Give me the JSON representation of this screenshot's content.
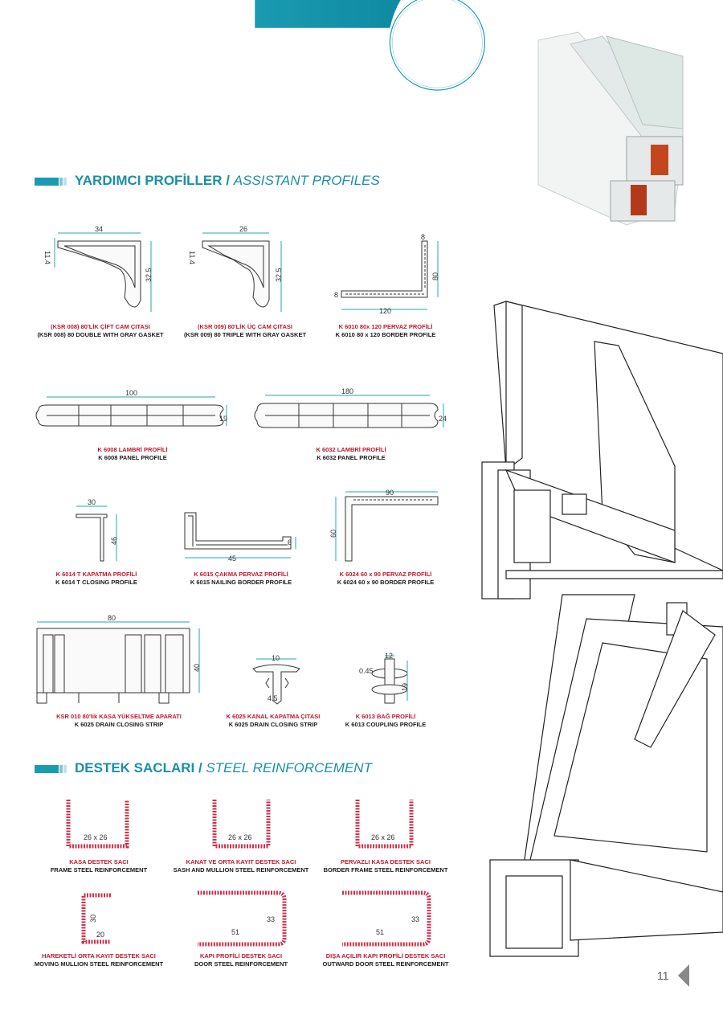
{
  "header": {
    "title": "Excellent Series",
    "band_color": "#1a9bb2"
  },
  "sections": {
    "assistant": {
      "tr": "YARDIMCI PROFİLLER",
      "sep": " / ",
      "en": "ASSISTANT PROFILES"
    },
    "steel": {
      "tr": "DESTEK SACLARI",
      "sep": " / ",
      "en": "STEEL REINFORCEMENT"
    }
  },
  "profiles": [
    {
      "tr": "(KSR 008) 80'LİK ÇİFT CAM ÇITASI",
      "en": "(KSR 008) 80 DOUBLE WITH GRAY GASKET",
      "dims": [
        "34",
        "11.4",
        "32.5"
      ]
    },
    {
      "tr": "(KSR 009) 80'LİK ÜÇ CAM ÇITASI",
      "en": "(KSR 009) 80 TRIPLE WITH GRAY GASKET",
      "dims": [
        "26",
        "11.4",
        "32.5"
      ]
    },
    {
      "tr": "K 6010 80x 120 PERVAZ PROFİLİ",
      "en": "K 6010 80 x 120 BORDER PROFILE",
      "dims": [
        "8",
        "80",
        "8",
        "120"
      ]
    },
    {
      "tr": "K 6008 LAMBRİ PROFİLİ",
      "en": "K 6008 PANEL PROFILE",
      "dims": [
        "100",
        "19"
      ]
    },
    {
      "tr": "K 6032 LAMBRİ PROFİLİ",
      "en": "K 6032 PANEL PROFILE",
      "dims": [
        "180",
        "24"
      ]
    },
    {
      "tr": "K 6014 T KAPATMA PROFİLİ",
      "en": "K 6014 T CLOSING PROFILE",
      "dims": [
        "30",
        "46"
      ]
    },
    {
      "tr": "K 6015 ÇAKMA PERVAZ PROFİLİ",
      "en": "K 6015 NAILING BORDER PROFILE",
      "dims": [
        "45",
        "6"
      ]
    },
    {
      "tr": "K 6024 60 x 90 PERVAZ PROFİLİ",
      "en": "K 6024 60 x 90 BORDER PROFILE",
      "dims": [
        "90",
        "60"
      ]
    },
    {
      "tr": "KSR 010 80'lik KASA YÜKSELTME APARATI",
      "en": "K 6025 DRAIN CLOSING STRIP",
      "dims": [
        "80",
        "40"
      ]
    },
    {
      "tr": "K 6025 KANAL KAPATMA ÇITASI",
      "en": "K 6025 DRAIN CLOSING STRIP",
      "dims": [
        "10",
        "4.5"
      ]
    },
    {
      "tr": "K 6013 BAĞ PROFİLİ",
      "en": "K 6013  COUPLING PROFILE",
      "dims": [
        "12",
        "0.45",
        "19"
      ]
    }
  ],
  "steel": [
    {
      "tr": "KASA DESTEK SACI",
      "en": "FRAME STEEL REINFORCEMENT",
      "dims": [
        "26 x 26"
      ]
    },
    {
      "tr": "KANAT VE ORTA KAYIT DESTEK SACI",
      "en": "SASH AND MULLION STEEL REINFORCEMENT",
      "dims": [
        "26 x 26"
      ]
    },
    {
      "tr": "PERVAZLI KASA  DESTEK SACI",
      "en": "BORDER FRAME  STEEL REINFORCEMENT",
      "dims": [
        "26 x 26"
      ]
    },
    {
      "tr": "HAREKETLİ ORTA KAYIT DESTEK SACI",
      "en": "MOVING MULLION STEEL REINFORCEMENT",
      "dims": [
        "30",
        "20"
      ]
    },
    {
      "tr": "KAPI PROFİLİ DESTEK SACI",
      "en": "DOOR STEEL REINFORCEMENT",
      "dims": [
        "51",
        "33"
      ]
    },
    {
      "tr": "DIŞA AÇILIR KAPI PROFİLİ DESTEK SACI",
      "en": "OUTWARD DOOR STEEL REINFORCEMENT",
      "dims": [
        "51",
        "33"
      ]
    }
  ],
  "page_number": "11"
}
